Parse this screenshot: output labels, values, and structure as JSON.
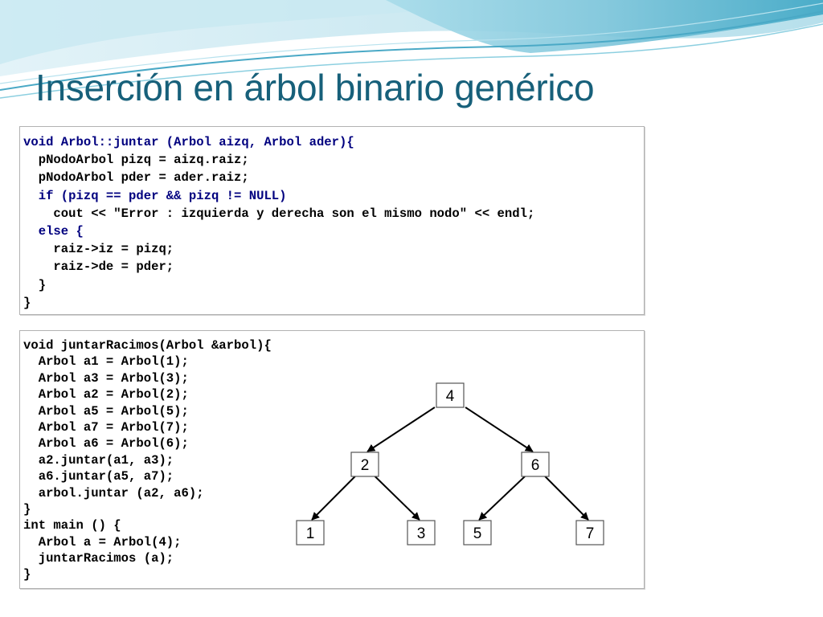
{
  "title": "Inserción en árbol binario genérico",
  "code_block_1": {
    "lines": [
      "void Arbol::juntar (Arbol aizq, Arbol ader){",
      "  pNodoArbol pizq = aizq.raiz;",
      "  pNodoArbol pder = ader.raiz;",
      "  if (pizq == pder && pizq != NULL)",
      "    cout << \"Error : izquierda y derecha son el mismo nodo\" << endl;",
      "  else {",
      "    raiz->iz = pizq;",
      "    raiz->de = pder;",
      "  }",
      "}"
    ]
  },
  "code_block_2": {
    "lines": [
      "void juntarRacimos(Arbol &arbol){",
      "  Arbol a1 = Arbol(1);",
      "  Arbol a3 = Arbol(3);",
      "  Arbol a2 = Arbol(2);",
      "  Arbol a5 = Arbol(5);",
      "  Arbol a7 = Arbol(7);",
      "  Arbol a6 = Arbol(6);",
      "  a2.juntar(a1, a3);",
      "  a6.juntar(a5, a7);",
      "  arbol.juntar (a2, a6);",
      "}",
      "int main () {",
      "  Arbol a = Arbol(4);",
      "  juntarRacimos (a);",
      "}"
    ]
  },
  "tree": {
    "nodes": [
      {
        "id": "4",
        "label": "4",
        "parent": null
      },
      {
        "id": "2",
        "label": "2",
        "parent": "4"
      },
      {
        "id": "6",
        "label": "6",
        "parent": "4"
      },
      {
        "id": "1",
        "label": "1",
        "parent": "2"
      },
      {
        "id": "3",
        "label": "3",
        "parent": "2"
      },
      {
        "id": "5",
        "label": "5",
        "parent": "6"
      },
      {
        "id": "7",
        "label": "7",
        "parent": "6"
      }
    ]
  },
  "colors": {
    "title": "#17607a",
    "keyword": "#00007f",
    "number": "#e07a00",
    "header_wave": "#7fc3d6"
  }
}
